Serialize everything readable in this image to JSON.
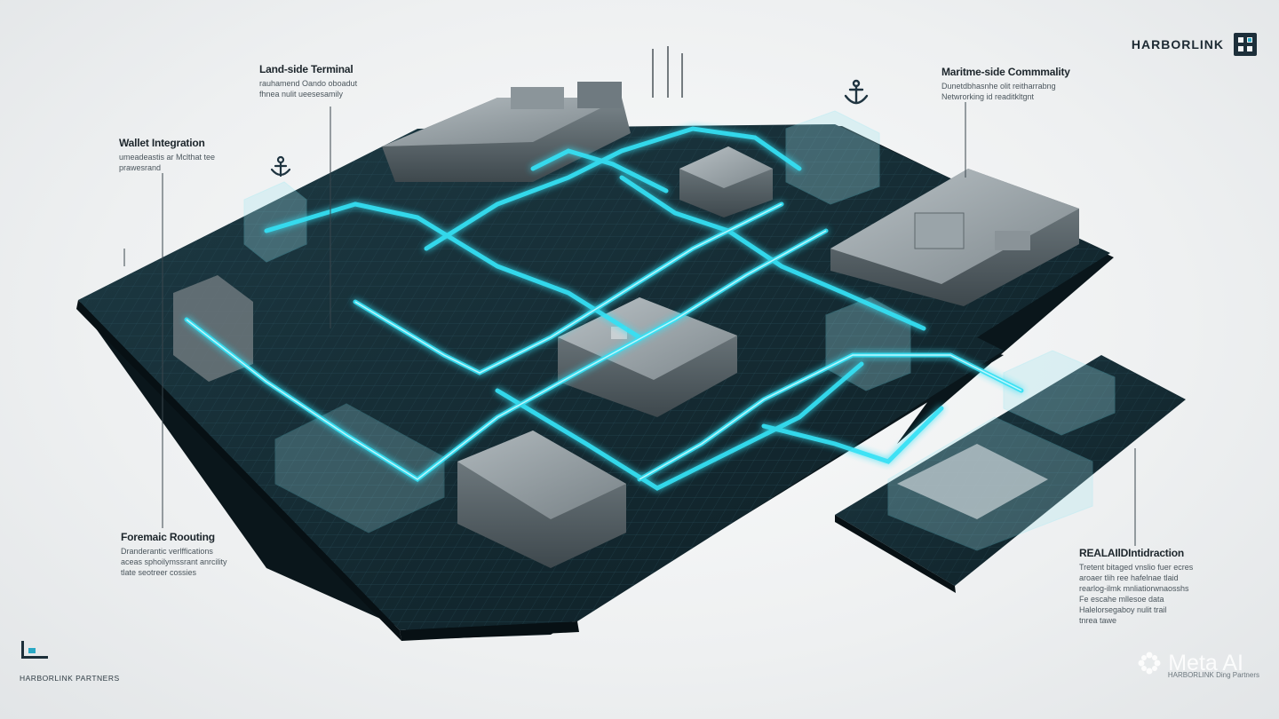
{
  "brand": {
    "name": "HARBORLINK"
  },
  "callouts": {
    "landside": {
      "title": "Land-side Terminal",
      "lines": [
        "rauhamend Oando oboadut",
        "fhnea nulit ueesesamily"
      ]
    },
    "wallet": {
      "title": "Wallet Integration",
      "lines": [
        "umeadeastis ar Mclthat tee",
        "prawesrand"
      ]
    },
    "maritime": {
      "title": "Maritme-side Commmality",
      "lines": [
        "Dunetdbhasnhe olit reitharrabng",
        "Netwrorking id readitkltgnt"
      ]
    },
    "routing": {
      "title": "Foremaic Roouting",
      "lines": [
        "Dranderantic verlffications",
        "aceas sphoilymssrant anrcility",
        "tlate seotreer cossies"
      ]
    },
    "realtime": {
      "title": "REALAIlDIntidraction",
      "lines": [
        "Tretent bitaged vnslio fuer ecres",
        "aroaer tlih ree hafelnae tlaid",
        "rearlog-ilmk mnliatiorwnaosshs",
        "Fe escahe mllesoe data",
        "Halelorsegaboy nulit trail",
        "tnrea tawe"
      ]
    }
  },
  "icons": {
    "anchor_left": "anchor-icon",
    "anchor_right": "anchor-icon",
    "brand_logo": "harborlink-logo-icon"
  },
  "footer": {
    "partners": "HARBORLINK PARTNERS"
  },
  "watermark": {
    "text": "Meta AI",
    "sub": "HARBORLINK Ding Partners"
  },
  "colors": {
    "glow": "#35e1f5",
    "deck": "#142b33",
    "building": "#8d979c",
    "text": "#1b2328"
  }
}
